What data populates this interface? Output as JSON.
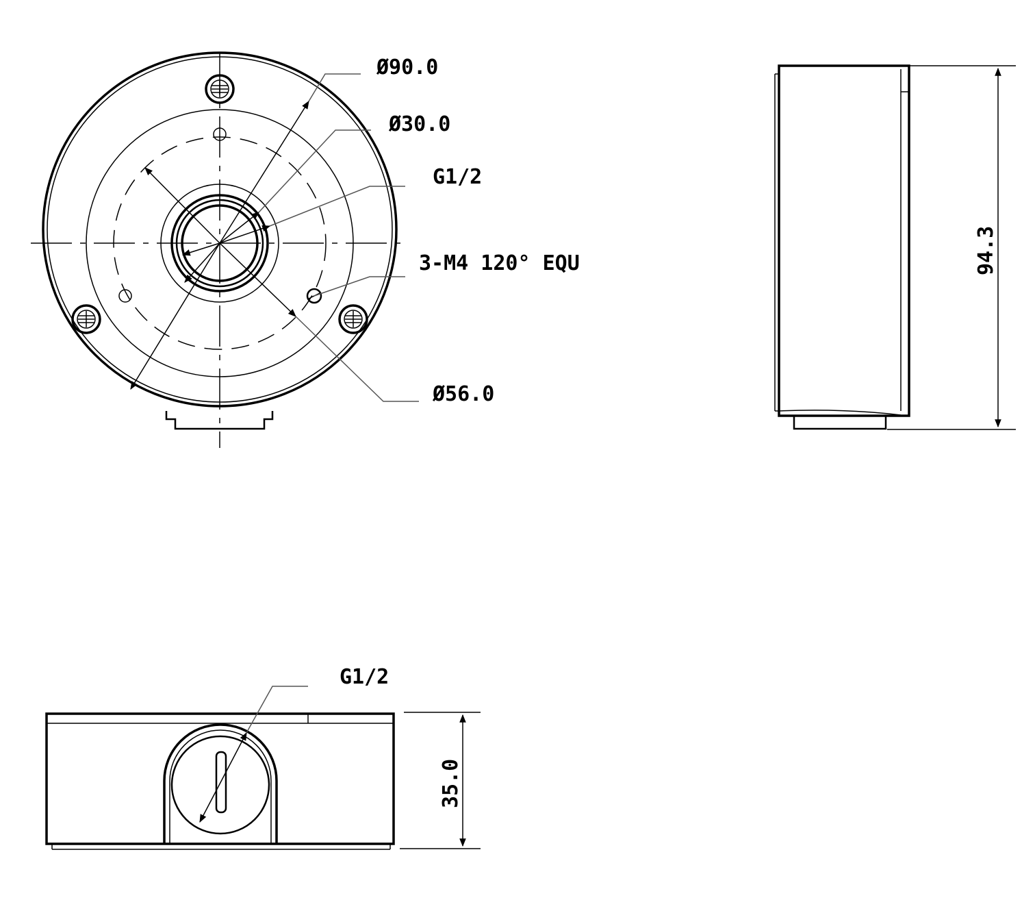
{
  "front_view": {
    "dim_outer": "Ø90.0",
    "dim_inner": "Ø30.0",
    "thread": "G1/2",
    "screw_note": "3-M4 120° EQU",
    "dim_pcd": "Ø56.0"
  },
  "side_view": {
    "dim_height": "94.3"
  },
  "bottom_view": {
    "thread": "G1/2",
    "dim_depth": "35.0"
  }
}
